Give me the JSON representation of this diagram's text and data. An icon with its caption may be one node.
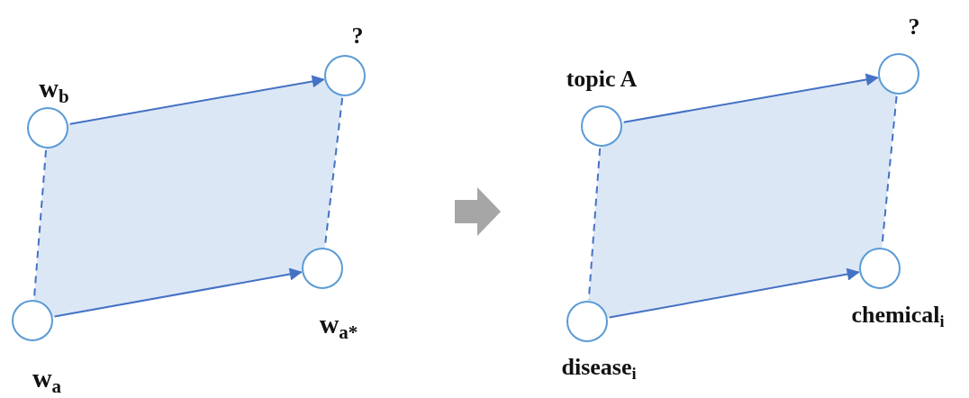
{
  "diagram": {
    "nodes": [
      {
        "text": [
          "w$_{b}$"
        ]
      },
      {
        "text": [
          "?"
        ]
      },
      {
        "text": [
          "w$_{a}$"
        ]
      },
      {
        "text": [
          "w$_{a*}$"
        ]
      },
      {
        "text": [
          "topic A"
        ]
      },
      {
        "text": [
          "?"
        ]
      },
      {
        "text": [
          "disease$_{i}$"
        ]
      },
      {
        "text": [
          "chemical$_{i}$"
        ]
      }
    ],
    "edges": [
      {
        "from": 0,
        "to": 1,
        "arrow": "to"
      },
      {
        "from": 2,
        "to": 3,
        "arrow": "to"
      },
      {
        "from": 0,
        "to": 2,
        "arrow": "none",
        "style": "dashed"
      },
      {
        "from": 1,
        "to": 3,
        "arrow": "none",
        "style": "dashed"
      },
      {
        "from": 4,
        "to": 5,
        "arrow": "to"
      },
      {
        "from": 6,
        "to": 7,
        "arrow": "to"
      },
      {
        "from": 4,
        "to": 6,
        "arrow": "none",
        "style": "dashed"
      },
      {
        "from": 5,
        "to": 7,
        "arrow": "none",
        "style": "dashed"
      }
    ]
  }
}
